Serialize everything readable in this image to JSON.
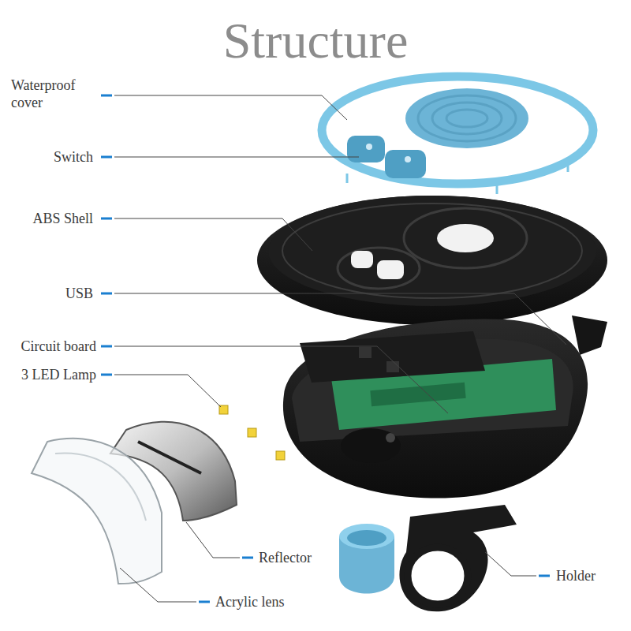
{
  "diagram": {
    "title": "Structure",
    "labels": [
      "Waterproof cover",
      "Switch",
      "ABS Shell",
      "USB",
      "Circuit board",
      "3 LED Lamp",
      "Reflector",
      "Acrylic lens",
      "Holder"
    ]
  }
}
